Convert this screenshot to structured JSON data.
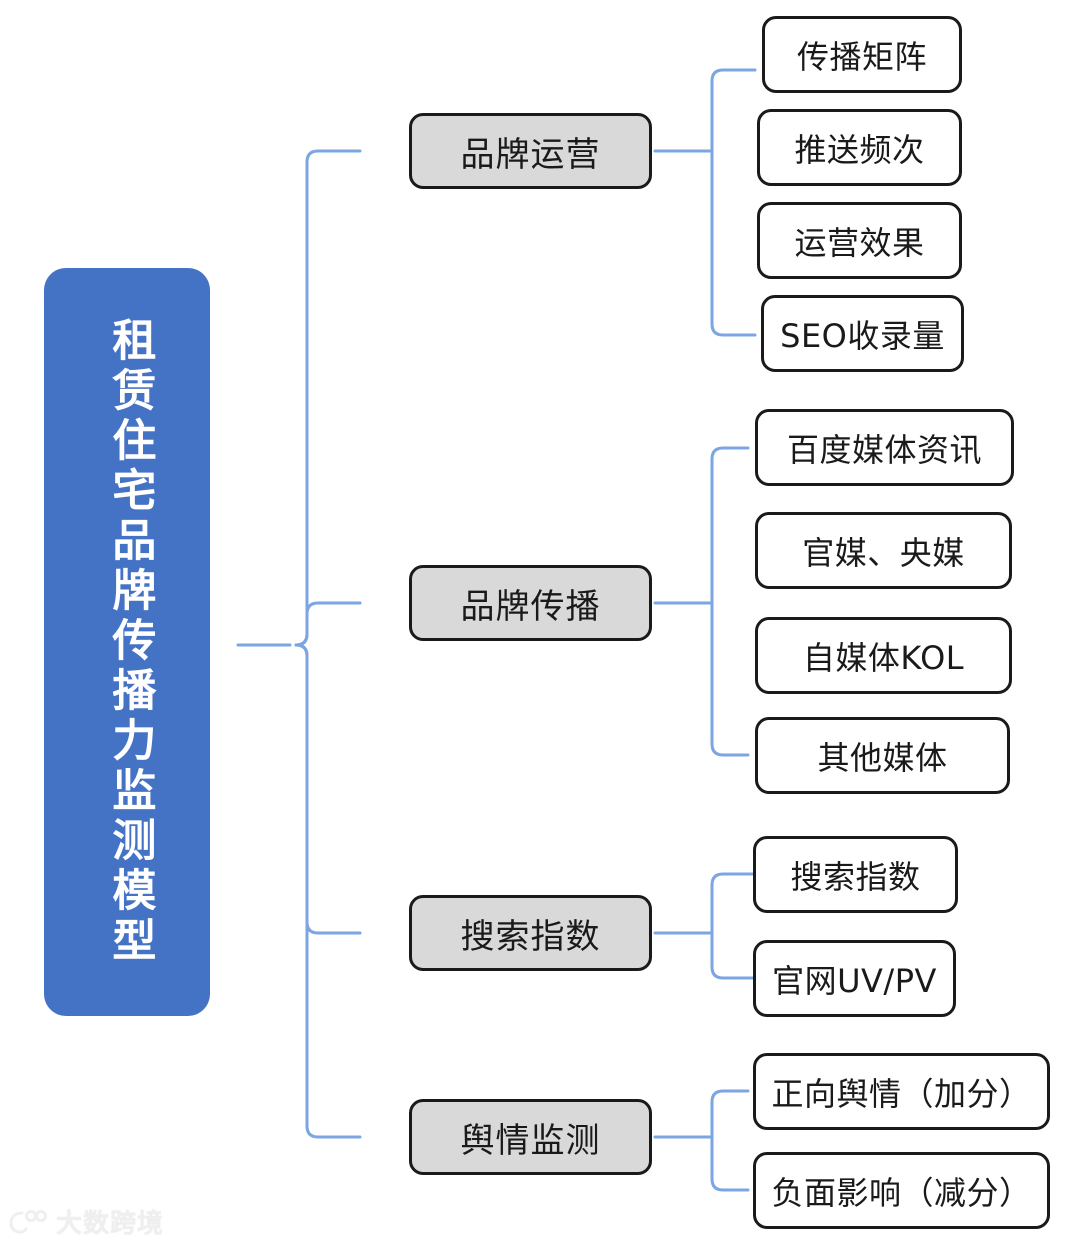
{
  "diagram": {
    "type": "mind-map",
    "title": "租赁住宅品牌传播力监测模型",
    "root": {
      "label": "租赁住宅品牌传播力监测模型",
      "fill": "#4472C4",
      "text_color": "#FFFFFF"
    },
    "branch_fill": "#D9D9D9",
    "leaf_fill": "#FFFFFF",
    "border_color": "#1A1A1A",
    "connector_color": "#7BA5E3",
    "branches": [
      {
        "label": "品牌运营",
        "leaves": [
          {
            "label": "传播矩阵"
          },
          {
            "label": "推送频次"
          },
          {
            "label": "运营效果"
          },
          {
            "label": "SEO收录量"
          }
        ]
      },
      {
        "label": "品牌传播",
        "leaves": [
          {
            "label": "百度媒体资讯"
          },
          {
            "label": "官媒、央媒"
          },
          {
            "label": "自媒体KOL"
          },
          {
            "label": "其他媒体"
          }
        ]
      },
      {
        "label": "搜索指数",
        "leaves": [
          {
            "label": "搜索指数"
          },
          {
            "label": "官网UV/PV"
          }
        ]
      },
      {
        "label": "舆情监测",
        "leaves": [
          {
            "label": "正向舆情（加分）"
          },
          {
            "label": "负面影响（减分）"
          }
        ]
      }
    ]
  },
  "watermark": {
    "text": "大数跨境",
    "icon": "dashu-logo-icon"
  }
}
